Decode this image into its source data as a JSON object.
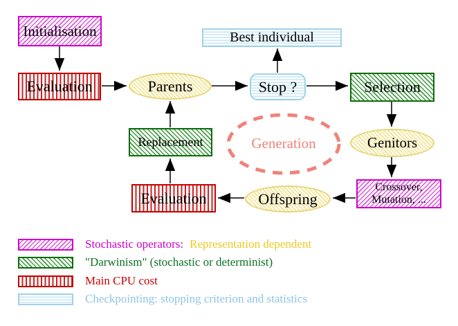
{
  "nodes": {
    "initialisation": "Initialisation",
    "evaluation_top": "Evaluation",
    "parents": "Parents",
    "stop": "Stop ?",
    "best_individual": "Best individual",
    "selection": "Selection",
    "replacement": "Replacement",
    "generation": "Generation",
    "genitors": "Genitors",
    "evaluation_bottom": "Evaluation",
    "crossover_line1": "Crossover,",
    "crossover_line2": "Mutation, ...",
    "offspring": "Offspring"
  },
  "edges": [
    {
      "from": "Initialisation",
      "to": "Evaluation (top)"
    },
    {
      "from": "Evaluation (top)",
      "to": "Parents"
    },
    {
      "from": "Parents",
      "to": "Stop ?"
    },
    {
      "from": "Stop ?",
      "to": "Best individual"
    },
    {
      "from": "Stop ?",
      "to": "Selection"
    },
    {
      "from": "Selection",
      "to": "Genitors"
    },
    {
      "from": "Genitors",
      "to": "Crossover, Mutation, ..."
    },
    {
      "from": "Crossover, Mutation, ...",
      "to": "Offspring"
    },
    {
      "from": "Offspring",
      "to": "Evaluation (bottom)"
    },
    {
      "from": "Evaluation (bottom)",
      "to": "Replacement"
    },
    {
      "from": "Replacement",
      "to": "Parents"
    }
  ],
  "legend": {
    "items": [
      {
        "swatch": "magenta-diagonal-hatch",
        "parts": [
          {
            "text": "Stochastic operators:",
            "color": "#cc00cc"
          },
          {
            "text": "Representation dependent",
            "color": "#edc922"
          }
        ]
      },
      {
        "swatch": "green-diagonal-hatch",
        "parts": [
          {
            "text": "\"Darwinism\" (stochastic or determinist)",
            "color": "#0b7023"
          }
        ]
      },
      {
        "swatch": "red-vertical-stripes",
        "parts": [
          {
            "text": "Main CPU cost",
            "color": "#cc0000"
          }
        ]
      },
      {
        "swatch": "cyan-horizontal-stripes",
        "parts": [
          {
            "text": "Checkpointing: stopping criterion and statistics",
            "color": "#8ec5e4"
          }
        ]
      }
    ]
  },
  "colors": {
    "magenta": "#cc00cc",
    "green": "#0b6b0b",
    "red": "#c40000",
    "cyan_border": "#9fd2e8",
    "yellow_border": "#e6d67a",
    "coral": "#ef837a",
    "arrow": "#000000",
    "background": "#ffffff"
  }
}
